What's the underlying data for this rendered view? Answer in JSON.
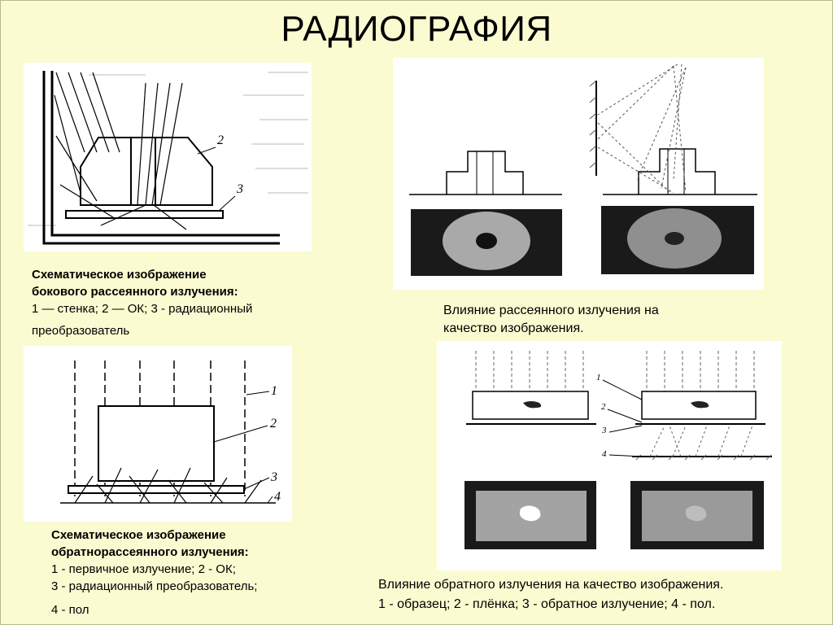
{
  "title": "РАДИОГРАФИЯ",
  "figure1": {
    "callouts": [
      "2",
      "3"
    ],
    "caption_title_1": "Схематическое изображение",
    "caption_title_2": "бокового рассеянного излучения:",
    "caption_line_1": "1 — стенка; 2 — ОК; 3 - радиационный",
    "caption_line_2": "преобразователь"
  },
  "figure2": {
    "caption_line_1": "Влияние рассеянного излучения на",
    "caption_line_2": "качество изображения."
  },
  "figure3": {
    "callouts": [
      "1",
      "2",
      "3",
      "4"
    ],
    "caption_title_1": "Схематическое изображение",
    "caption_title_2": "обратнорассеянного излучения:",
    "caption_line_1": "1 - первичное излучение; 2 - ОК;",
    "caption_line_2": "3 - радиационный преобразователь;",
    "caption_line_3": "4 - пол"
  },
  "figure4": {
    "callouts": [
      "1",
      "2",
      "3",
      "4"
    ],
    "caption_line_1": "Влияние обратного излучения на качество изображения.",
    "caption_line_2": "1 - образец; 2 - плёнка; 3 - обратное излучение; 4 - пол."
  },
  "colors": {
    "background": "#fbfbd1",
    "panel": "#ffffff",
    "dark": "#1a1a1a",
    "film_gray": "#9a9a9a"
  }
}
